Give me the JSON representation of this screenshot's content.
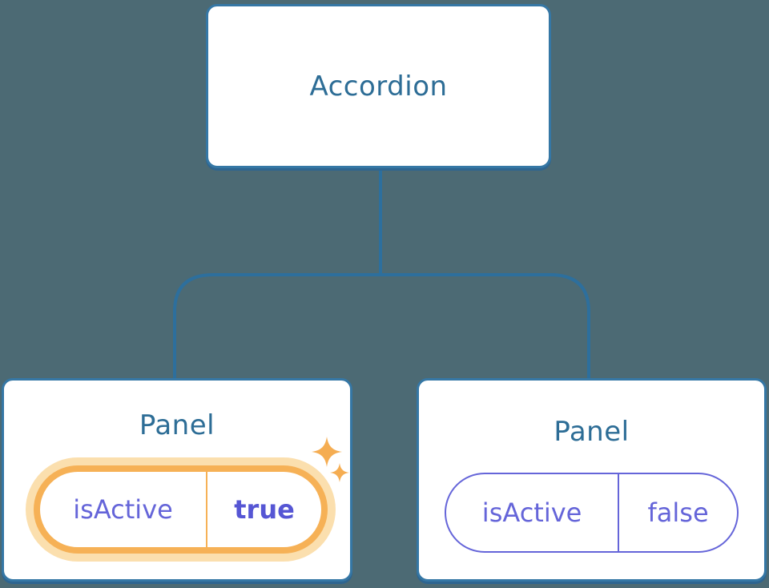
{
  "diagram": {
    "description": "React component tree: Accordion parent with two Panel children and their isActive props",
    "root_node": {
      "label": "Accordion"
    },
    "panels": [
      {
        "title": "Panel",
        "prop_name": "isActive",
        "prop_value": "true",
        "state": "active-highlighted"
      },
      {
        "title": "Panel",
        "prop_name": "isActive",
        "prop_value": "false",
        "state": "inactive"
      }
    ]
  },
  "icons": {
    "sparkles": [
      "sparkle-icon-large",
      "sparkle-icon-small"
    ]
  },
  "colors": {
    "background": "#4c6a74",
    "node_fill": "#ffffff",
    "node_border": "#3577a5",
    "node_shadow": "#2e6590",
    "node_text": "#2d6d96",
    "connector_line": "#2d6f9d",
    "highlight_orange": "#f6b156",
    "highlight_orange_glow": "#fbdfae",
    "sparkle_orange": "#f5ad52",
    "prop_text_purple": "#6565d9",
    "prop_value_bold_purple": "#5656d4"
  }
}
